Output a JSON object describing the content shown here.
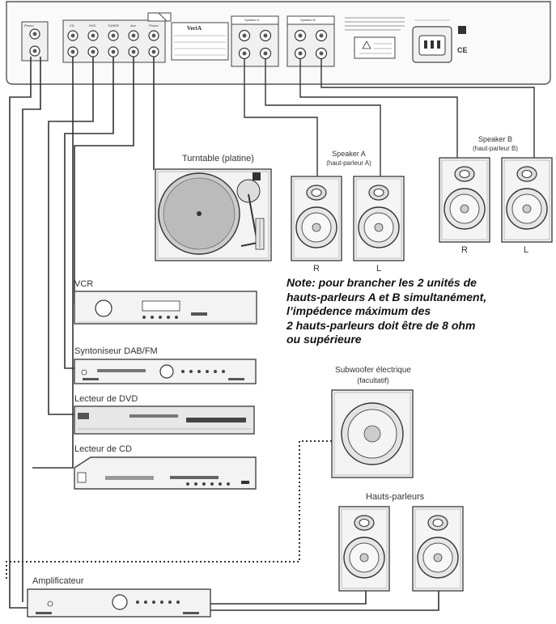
{
  "rear_panel": {
    "logo": "VertA",
    "phono_group_label": "Phono",
    "input_labels": [
      "CD",
      "DVD",
      "TUNER",
      "Aux",
      "Phono"
    ],
    "speaker_a_label": "Speaker A",
    "speaker_b_label": "Speaker B",
    "ce_mark": "CE"
  },
  "devices": {
    "turntable": "Turntable (platine)",
    "speaker_a": [
      "Speaker A",
      "(haut-parleur A)"
    ],
    "speaker_b": [
      "Speaker B",
      "(haut-parleur B)"
    ],
    "right_letter": "R",
    "left_letter": "L",
    "vcr": "VCR",
    "tuner": "Syntoniseur DAB/FM",
    "dvd": "Lecteur de DVD",
    "cd": "Lecteur de CD",
    "subwoofer": [
      "Subwoofer électrique",
      "(facultatif)"
    ],
    "hauts_parleurs": "Hauts-parleurs",
    "amplifier": "Amplificateur"
  },
  "note_lines": [
    "Note: pour brancher les 2 unités de",
    "hauts-parleurs A et B simultanément,",
    "l’impédence máximum des",
    "2 hauts-parleurs doit être de 8 ohm",
    "ou supérieure"
  ]
}
